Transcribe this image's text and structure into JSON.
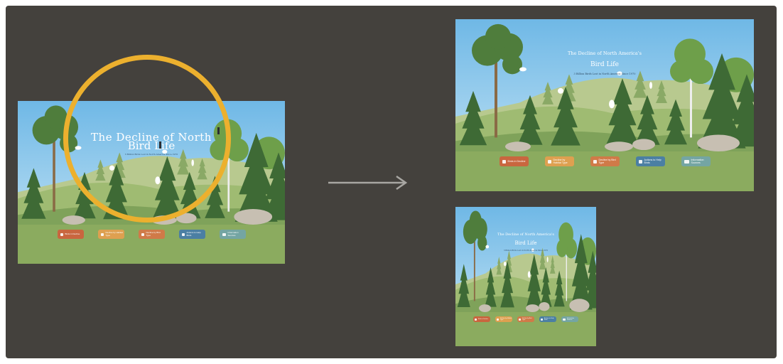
{
  "title_line1": "The Decline of North America's",
  "title_line2": "Bird Life",
  "title_line1_clipped": "The Decline of North",
  "subtitle": "3 Billion Birds Lost in North America Since 1970",
  "colors": {
    "background": "#44413d",
    "highlight_ring": "#ecb02e",
    "arrow": "#a8a6a2",
    "sky": "#7cc0e8",
    "ground": "#8bab5f"
  },
  "buttons": [
    {
      "label": "Birds in Decline",
      "icon": "trend-down-icon",
      "color": "#c9663f"
    },
    {
      "label": "Decline by Habitat Type",
      "icon": "tree-icon",
      "color": "#dea050"
    },
    {
      "label": "Decline by Bird Type",
      "icon": "bird-icon",
      "color": "#d07a48"
    },
    {
      "label": "Actions to Help Birds",
      "icon": "sign-icon",
      "color": "#4b7fa3"
    },
    {
      "label": "Information Sources",
      "icon": "book-icon",
      "color": "#74a5a3"
    }
  ]
}
